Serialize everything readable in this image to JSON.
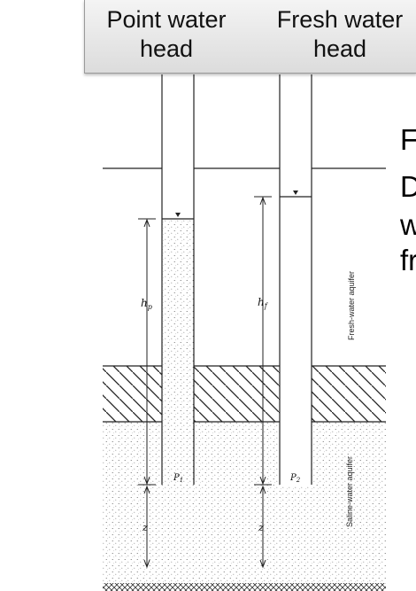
{
  "header": {
    "point_label": "Point water head",
    "point_line1": "Point water",
    "point_line2": "head",
    "fresh_line1": "Fresh water",
    "fresh_line2": "head"
  },
  "side_text_fragments": [
    "F",
    "D",
    "w",
    "fr"
  ],
  "diagram": {
    "labels": {
      "point_head": "hp",
      "point_head_main": "h",
      "point_head_sub": "p",
      "fresh_head_main": "h",
      "fresh_head_sub": "f",
      "elevation_1": "z",
      "elevation_2": "z",
      "pressure_1_main": "P",
      "pressure_1_sub": "1",
      "pressure_2_main": "P",
      "pressure_2_sub": "2"
    },
    "fresh_aquifer": "Fresh-water aquifer",
    "saline_aquifer": "Saline-water aquifer"
  }
}
